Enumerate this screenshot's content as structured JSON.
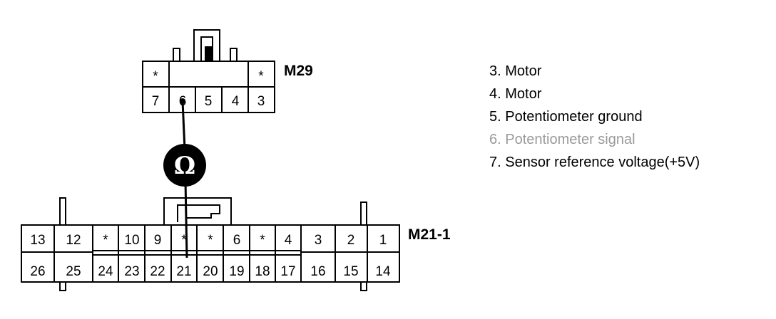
{
  "m29": {
    "label": "M29",
    "top_row": [
      "*",
      "",
      "*"
    ],
    "pins": [
      "7",
      "6",
      "5",
      "4",
      "3"
    ]
  },
  "m21": {
    "label": "M21-1",
    "top_row": [
      "13",
      "12",
      "*",
      "10",
      "9",
      "*",
      "*",
      "6",
      "*",
      "4",
      "3",
      "2",
      "1"
    ],
    "bottom_row": [
      "26",
      "25",
      "24",
      "23",
      "22",
      "21",
      "20",
      "19",
      "18",
      "17",
      "16",
      "15",
      "14"
    ]
  },
  "meter": {
    "symbol": "Ω"
  },
  "legend": [
    {
      "text": "3. Motor",
      "faded": false
    },
    {
      "text": "4. Motor",
      "faded": false
    },
    {
      "text": "5. Potentiometer ground",
      "faded": false
    },
    {
      "text": "6. Potentiometer signal",
      "faded": true
    },
    {
      "text": "7. Sensor reference voltage(+5V)",
      "faded": false
    }
  ],
  "colors": {
    "ink": "#000000",
    "faded_text": "#9a9a9a",
    "background": "#ffffff"
  }
}
